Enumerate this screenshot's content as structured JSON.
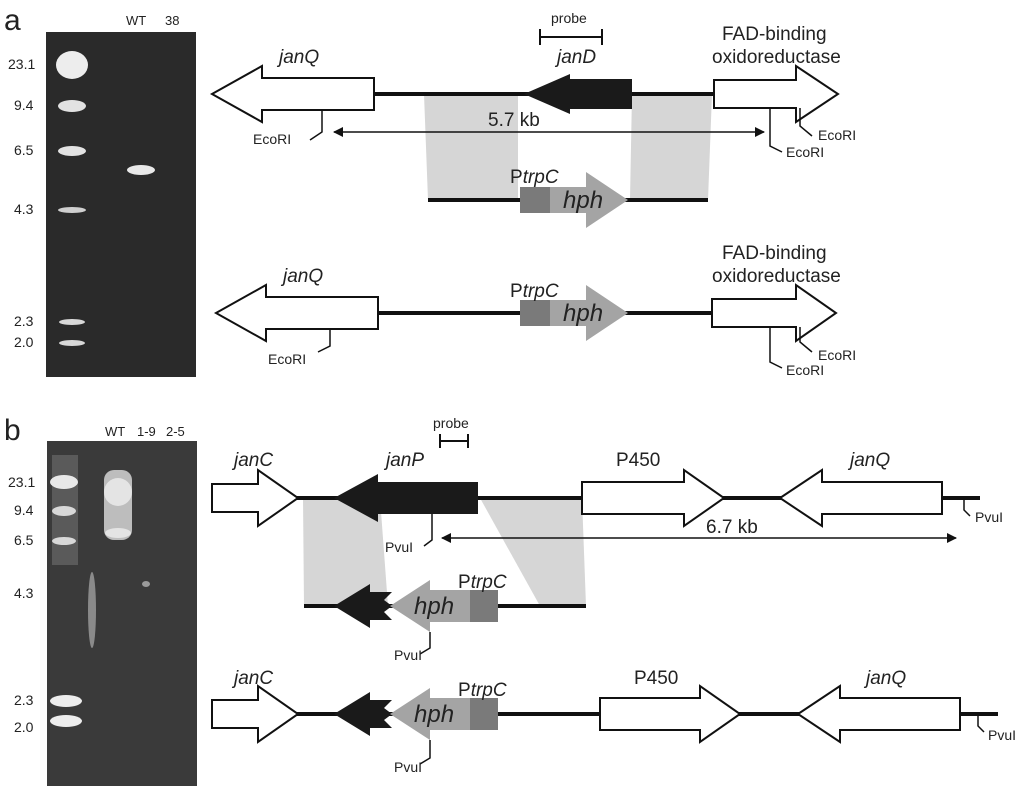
{
  "panels": {
    "a": {
      "label": "a",
      "gel": {
        "lanes": [
          "WT",
          "38"
        ],
        "ladder": [
          "23.1",
          "9.4",
          "6.5",
          "4.3",
          "2.3",
          "2.0"
        ]
      },
      "diagram": {
        "top_genes": {
          "janQ": "janQ",
          "janD": "janD",
          "fad_1": "FAD-binding",
          "fad_2": "oxidoreductase"
        },
        "probe": "probe",
        "distance": "5.7 kb",
        "ecori": "EcoRI",
        "promoter_prefix": "P",
        "promoter_name": "trpC",
        "hph": "hph",
        "bottom_genes": {
          "janQ": "janQ",
          "fad_1": "FAD-binding",
          "fad_2": "oxidoreductase"
        }
      }
    },
    "b": {
      "label": "b",
      "gel": {
        "lanes": [
          "WT",
          "1-9",
          "2-5"
        ],
        "ladder": [
          "23.1",
          "9.4",
          "6.5",
          "4.3",
          "2.3",
          "2.0"
        ]
      },
      "diagram": {
        "top_genes": {
          "janC": "janC",
          "janP": "janP",
          "p450": "P450",
          "janQ": "janQ"
        },
        "probe": "probe",
        "distance": "6.7 kb",
        "pvui": "PvuI",
        "promoter_prefix": "P",
        "promoter_name": "trpC",
        "hph": "hph",
        "bottom_genes": {
          "janC": "janC",
          "p450": "P450",
          "janQ": "janQ"
        }
      }
    }
  },
  "colors": {
    "gel_bg": "#2b2b2b",
    "line": "#111111",
    "dark_gene": "#1a1a1a",
    "hph_gray": "#a4a4a4",
    "promoter_gray": "#7a7a7a",
    "shade": "#d6d6d6"
  }
}
